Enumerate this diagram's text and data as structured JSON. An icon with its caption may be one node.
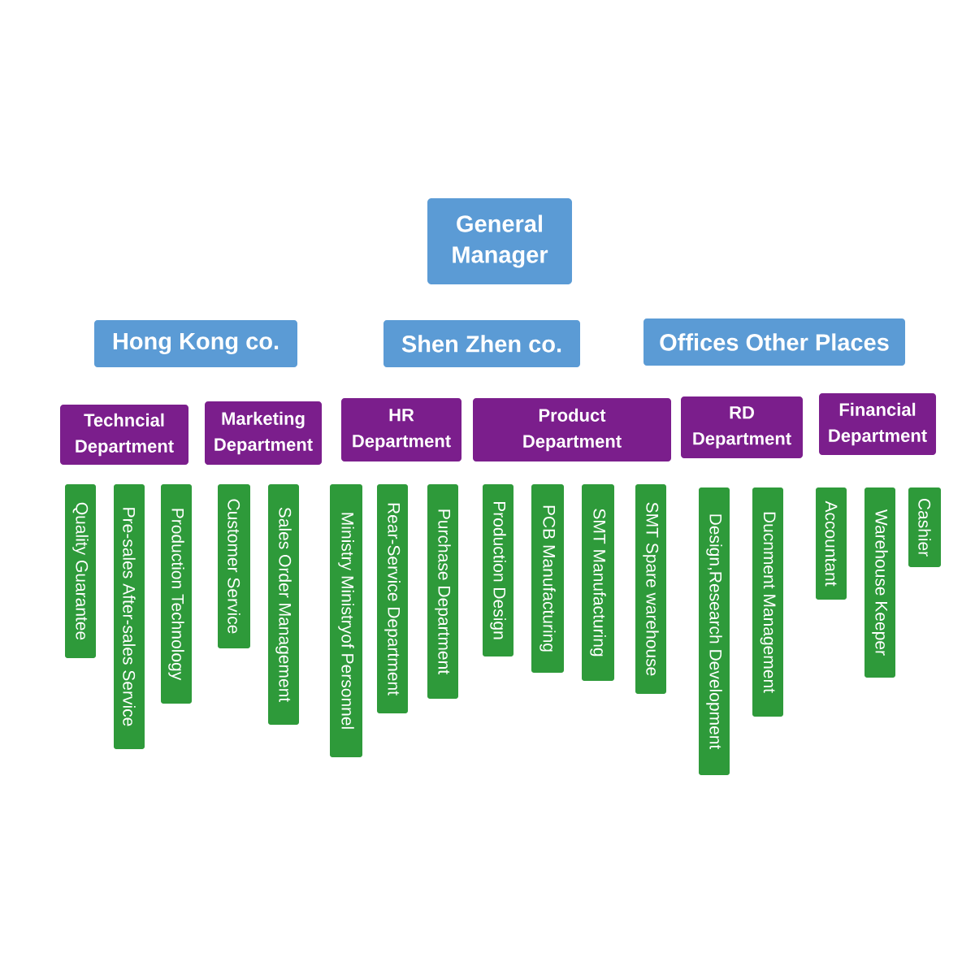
{
  "diagram": {
    "nodes": [
      {
        "text": [
          "General Manager"
        ]
      },
      {
        "text": [
          "Hong Kong co."
        ]
      },
      {
        "text": [
          "Shen Zhen co."
        ]
      },
      {
        "text": [
          "Offices Other Places"
        ]
      },
      {
        "text": [
          "Techncial Department"
        ]
      },
      {
        "text": [
          "Marketing Department"
        ]
      },
      {
        "text": [
          "HR Department"
        ]
      },
      {
        "text": [
          "Product Department"
        ]
      },
      {
        "text": [
          "RD Department"
        ]
      },
      {
        "text": [
          "Financial Department"
        ]
      },
      {
        "text": [
          "Quality Guarantee"
        ]
      },
      {
        "text": [
          "Pre-sales After-sales Service"
        ]
      },
      {
        "text": [
          "Production Technology"
        ]
      },
      {
        "text": [
          "Customer Service"
        ]
      },
      {
        "text": [
          "Sales Order Management"
        ]
      },
      {
        "text": [
          "Ministry Ministryof Personnel"
        ]
      },
      {
        "text": [
          "Rear-Service Department"
        ]
      },
      {
        "text": [
          "Purchase Department"
        ]
      },
      {
        "text": [
          "Production Design"
        ]
      },
      {
        "text": [
          "PCB Manufacturing"
        ]
      },
      {
        "text": [
          "SMT Manufacturing"
        ]
      },
      {
        "text": [
          "SMT Spare warehouse"
        ]
      },
      {
        "text": [
          "Design,Research Development"
        ]
      },
      {
        "text": [
          "Ducnment Management"
        ]
      },
      {
        "text": [
          "Accountant"
        ]
      },
      {
        "text": [
          "Warehouse Keeper"
        ]
      },
      {
        "text": [
          "Cashier"
        ]
      }
    ]
  }
}
